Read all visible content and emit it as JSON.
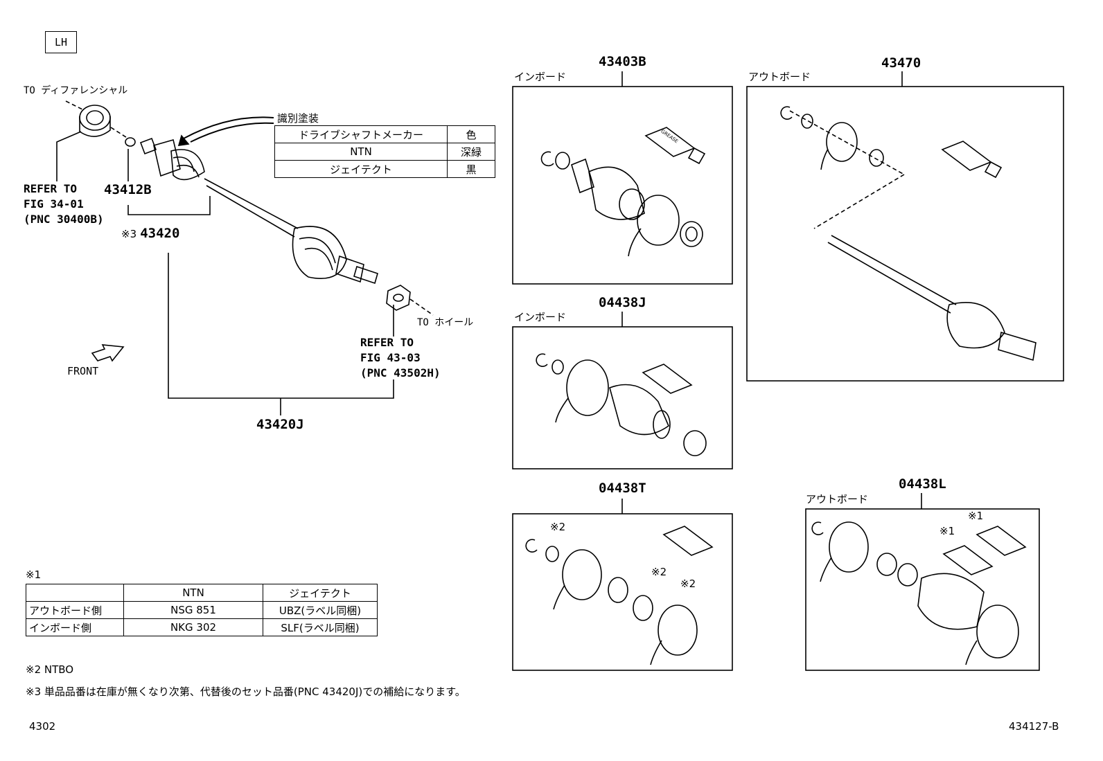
{
  "side_tag": "LH",
  "labels": {
    "to_diff": "TO ディファレンシャル",
    "to_wheel": "TO ホイール",
    "identification_paint": "識別塗装",
    "front": "FRONT",
    "refer1": [
      "REFER TO",
      "FIG 34-01",
      "(PNC 30400B)"
    ],
    "refer2": [
      "REFER TO",
      "FIG 43-03",
      "(PNC 43502H)"
    ],
    "note3_prefix": "※3"
  },
  "part_numbers": {
    "p43412B": "43412B",
    "p43420": "43420",
    "p43420J": "43420J",
    "p43403B": "43403B",
    "p43470": "43470",
    "p04438J": "04438J",
    "p04438T": "04438T",
    "p04438L": "04438L"
  },
  "kit_labels": {
    "inboard1": "インボード",
    "outboard1": "アウトボード",
    "inboard2": "インボード",
    "outboard2": "アウトボード"
  },
  "marks": {
    "m2": "※2",
    "m1": "※1"
  },
  "paint_table": {
    "rows": [
      [
        "ドライブシャフトメーカー",
        "色"
      ],
      [
        "NTN",
        "深緑"
      ],
      [
        "ジェイテクト",
        "黒"
      ]
    ]
  },
  "grease_table": {
    "title": "※1",
    "header": [
      "",
      "NTN",
      "ジェイテクト"
    ],
    "rows": [
      [
        "アウトボード側",
        "NSG 851",
        "UBZ(ラベル同梱)"
      ],
      [
        "インボード側",
        "NKG 302",
        "SLF(ラベル同梱)"
      ]
    ]
  },
  "notes": {
    "n2": "※2 NTBO",
    "n3": "※3 単品品番は在庫が無くなり次第、代替後のセット品番(PNC 43420J)での補給になります。"
  },
  "footer": {
    "left": "4302",
    "right": "434127-B"
  },
  "grease_tube_text": "GREASE"
}
